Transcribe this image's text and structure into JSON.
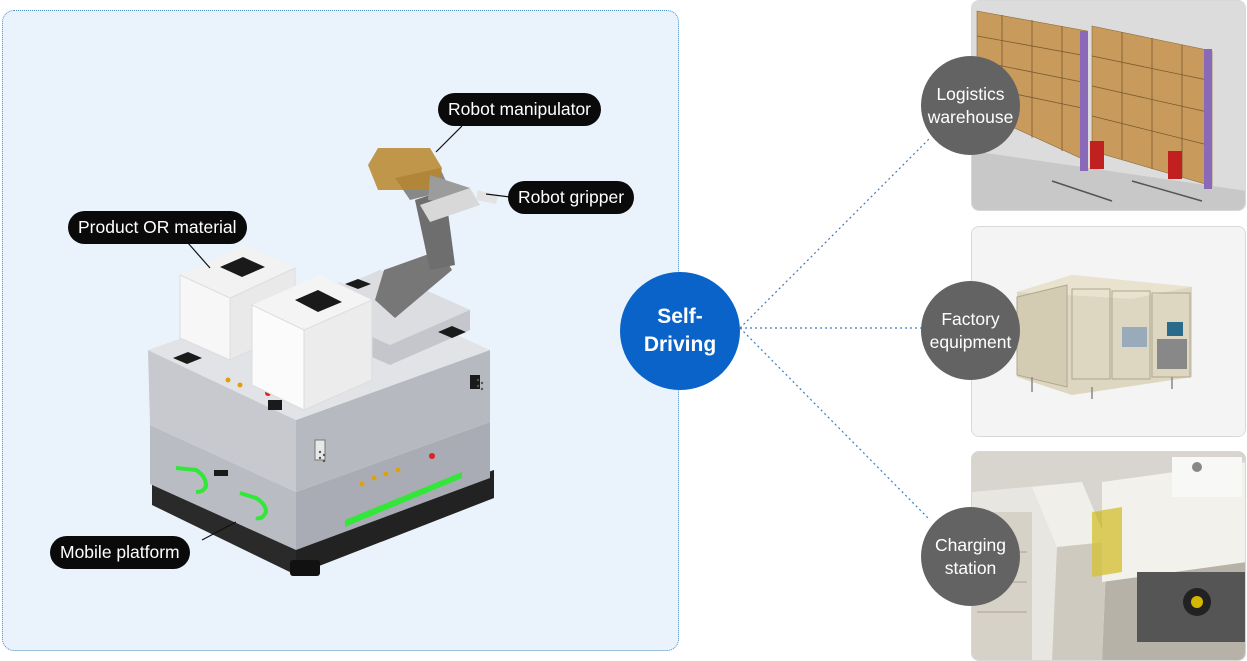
{
  "diagram": {
    "center": {
      "line1": "Self-",
      "line2": "Driving"
    },
    "robot_labels": {
      "manipulator": "Robot manipulator",
      "gripper": "Robot gripper",
      "product": "Product OR material",
      "platform": "Mobile platform"
    },
    "destinations": [
      {
        "line1": "Logistics",
        "line2": "warehouse",
        "image": "warehouse-photo"
      },
      {
        "line1": "Factory",
        "line2": "equipment",
        "image": "factory-equipment-photo"
      },
      {
        "line1": "Charging",
        "line2": "station",
        "image": "charging-station-photo"
      }
    ]
  },
  "colors": {
    "center_blue": "#0a63c9",
    "dest_gray": "#636363",
    "panel_bg": "#eaf3fc",
    "led_green": "#33e63a"
  }
}
